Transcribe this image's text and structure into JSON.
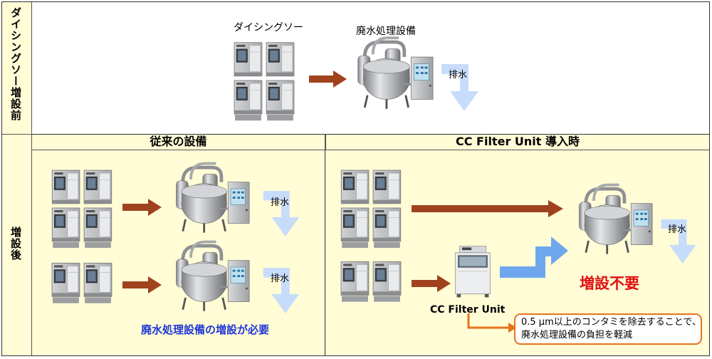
{
  "before": {
    "side_label": "ダイシングソー増設前",
    "saw_label": "ダイシングソー",
    "facility_label": "廃水処理設備",
    "drain_label": "排水"
  },
  "after": {
    "side_label": "増設後",
    "conventional": {
      "title": "従来の設備",
      "drain_label_1": "排水",
      "drain_label_2": "排水",
      "note": "廃水処理設備の増設が必要"
    },
    "cc_filter": {
      "title": "CC Filter Unit 導入時",
      "drain_label": "排水",
      "unit_label": "CC Filter Unit",
      "no_expansion": "増設不要",
      "callout_line1": "0.5 μm以上のコンタミを除去することで、",
      "callout_line2": "廃水処理設備の負担を軽減"
    }
  },
  "colors": {
    "panel_bg": "#fffcd6",
    "arrow_brown": "#a0421e",
    "arrow_blue": "#6fa7ef",
    "drain_arrow": "#c7dcfb",
    "note_blue": "#1f35d6",
    "highlight_red": "#e01010",
    "callout_orange": "#e8731a"
  }
}
